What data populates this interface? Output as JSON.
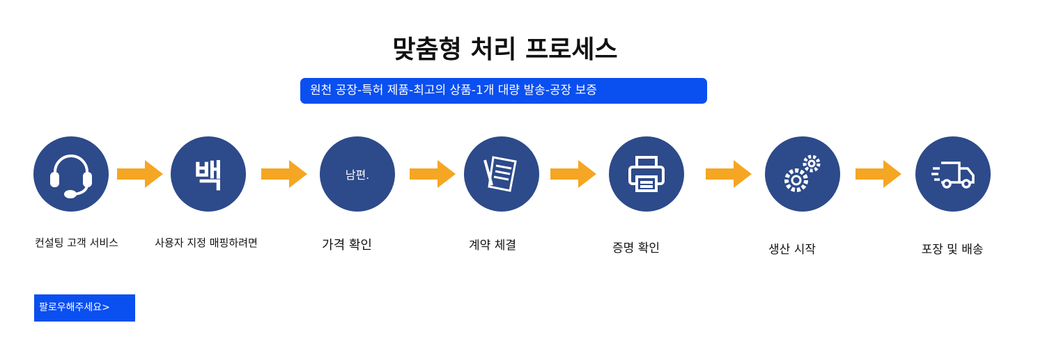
{
  "title": "맞춤형 처리 프로세스",
  "banner": "원천 공장-특허 제품-최고의 상품-1개 대량 발송-공장 보증",
  "steps": [
    {
      "icon": "headset-icon",
      "label": "컨설팅 고객 서비스"
    },
    {
      "icon_text": "백",
      "label": "사용자 지정 매핑하려면"
    },
    {
      "icon_text": "남편.",
      "label": "가격 확인"
    },
    {
      "icon": "contract-icon",
      "label": "계약 체결"
    },
    {
      "icon": "printer-icon",
      "label": "증명 확인"
    },
    {
      "icon": "gears-icon",
      "label": "생산 시작"
    },
    {
      "icon": "truck-icon",
      "label": "포장 및 배송"
    }
  ],
  "follow_button": "팔로우해주세요>",
  "colors": {
    "circle": "#2d4a8a",
    "arrow": "#f5a623",
    "accent": "#0a4ff0"
  }
}
